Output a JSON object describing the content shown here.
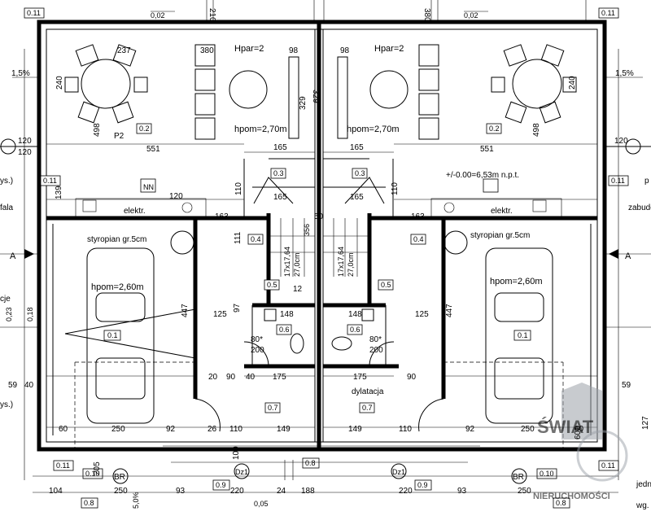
{
  "labels": {
    "hpar_left": "Hpar=2",
    "hpar_right": "Hpar=2",
    "hpom_living_left": "hpom=2,70m",
    "hpom_living_right": "hpom=2,70m",
    "hpom_garage_left": "hpom=2,60m",
    "hpom_garage_right": "hpom=2,60m",
    "styropian_left": "styropian gr.5cm",
    "styropian_right": "styropian gr.5cm",
    "elektr_left": "elektr.",
    "elektr_right": "elektr.",
    "level": "+/-0.00=6,53m n.p.t.",
    "dylatacja": "dylatacja",
    "p2": "P2",
    "section_a_left": "A",
    "section_a_right": "A",
    "slope_left": "1,5%",
    "slope_right": "1,5%",
    "bottom_slope": "5,0%",
    "stair_left": "17x17,64",
    "stair_left_2": "27,0cm",
    "stair_right": "17x17,64",
    "stair_right_2": "27,0cm",
    "edge_ys": "ys.)",
    "edge_fala": "fala",
    "edge_cje": "cje",
    "edge_ys2": "ys.)",
    "edge_p": "p",
    "edge_zabudo": "zabudo",
    "edge_jedn": "jedn",
    "edge_wg": "wg.",
    "nn": "NN",
    "br_left": "BR",
    "br_right": "BR",
    "dz_left": "Dz1",
    "dz_right": "Dz1"
  },
  "rooms": {
    "r02_left": "0.2",
    "r02_right": "0.2",
    "r03_left": "0.3",
    "r03_right": "0.3",
    "r04_left": "0.4",
    "r04_right": "0.4",
    "r05_left": "0.5",
    "r05_right": "0.5",
    "r06_left": "0.6",
    "r06_right": "0.6",
    "r07_left": "0.7",
    "r07_right": "0.7",
    "r01_left": "0.1",
    "r01_right": "0.1",
    "r011_tl": "0.11",
    "r011_tr": "0.11",
    "r011_l": "0.11",
    "r011_r": "0.11",
    "r011_bl": "0.11",
    "r011_br": "0.11",
    "r010_l": "0.10",
    "r010_r": "0.10",
    "r09_l": "0.9",
    "r09_r": "0.9",
    "r08_l": "0.8",
    "r08_r": "0.8",
    "r8b": "0.8"
  },
  "dims": {
    "d380_l": "380",
    "d98_l": "98",
    "d237_l": "237",
    "d240_l": "240",
    "d498_l": "498",
    "d551_l": "551",
    "d329_l": "329",
    "d120a": "120",
    "d120b": "120",
    "d165_l": "165",
    "d165b_l": "165",
    "d139": "139",
    "d110_l": "110",
    "d120c": "120",
    "d163_l": "163",
    "d50": "50",
    "d111_l": "111",
    "d447_l": "447",
    "d125_l": "125",
    "d148_l": "148",
    "d175_l": "175",
    "d90_l": "90",
    "d80_l": "80*",
    "d200_l": "200",
    "d59": "59",
    "d40": "40",
    "d60_l": "60",
    "d250_l": "250",
    "d92_l": "92",
    "d110b_l": "110",
    "d149_l": "149",
    "d104": "104",
    "d250b_l": "250",
    "d93_l": "93",
    "d220_l": "220",
    "d24": "24",
    "d188": "188",
    "d380_r": "380",
    "d98_r": "98",
    "d498_r": "498",
    "d551_r": "551",
    "d329_r": "329",
    "d165_r": "165",
    "d165b_r": "165",
    "d110_r": "110",
    "d163_r": "163",
    "d447_r": "447",
    "d125_r": "125",
    "d148_r": "148",
    "d175_r": "175",
    "d90_r": "90",
    "d80_r": "80*",
    "d200_r": "200",
    "d250_r": "250",
    "d92_r": "92",
    "d110b_r": "110",
    "d149_r": "149",
    "d60_r": "60",
    "d59_r": "59",
    "d220_r": "220",
    "d93_r": "93",
    "d250b_r": "250",
    "d120_r": "120",
    "d240_r": "240",
    "d12": "12",
    "d97": "97",
    "d20": "20",
    "d26": "26",
    "d100": "100",
    "d205": "205",
    "d600": "600",
    "d127": "127",
    "d002_l": "0,02",
    "d002_r": "0,02",
    "d023": "0,23",
    "d018": "0,18",
    "d005": "0,05",
    "d210": "210",
    "d356": "356",
    "d40c": "40"
  },
  "watermark": {
    "line1": "ŚWIAT",
    "line2": "NIERUCHOMOŚCI"
  }
}
